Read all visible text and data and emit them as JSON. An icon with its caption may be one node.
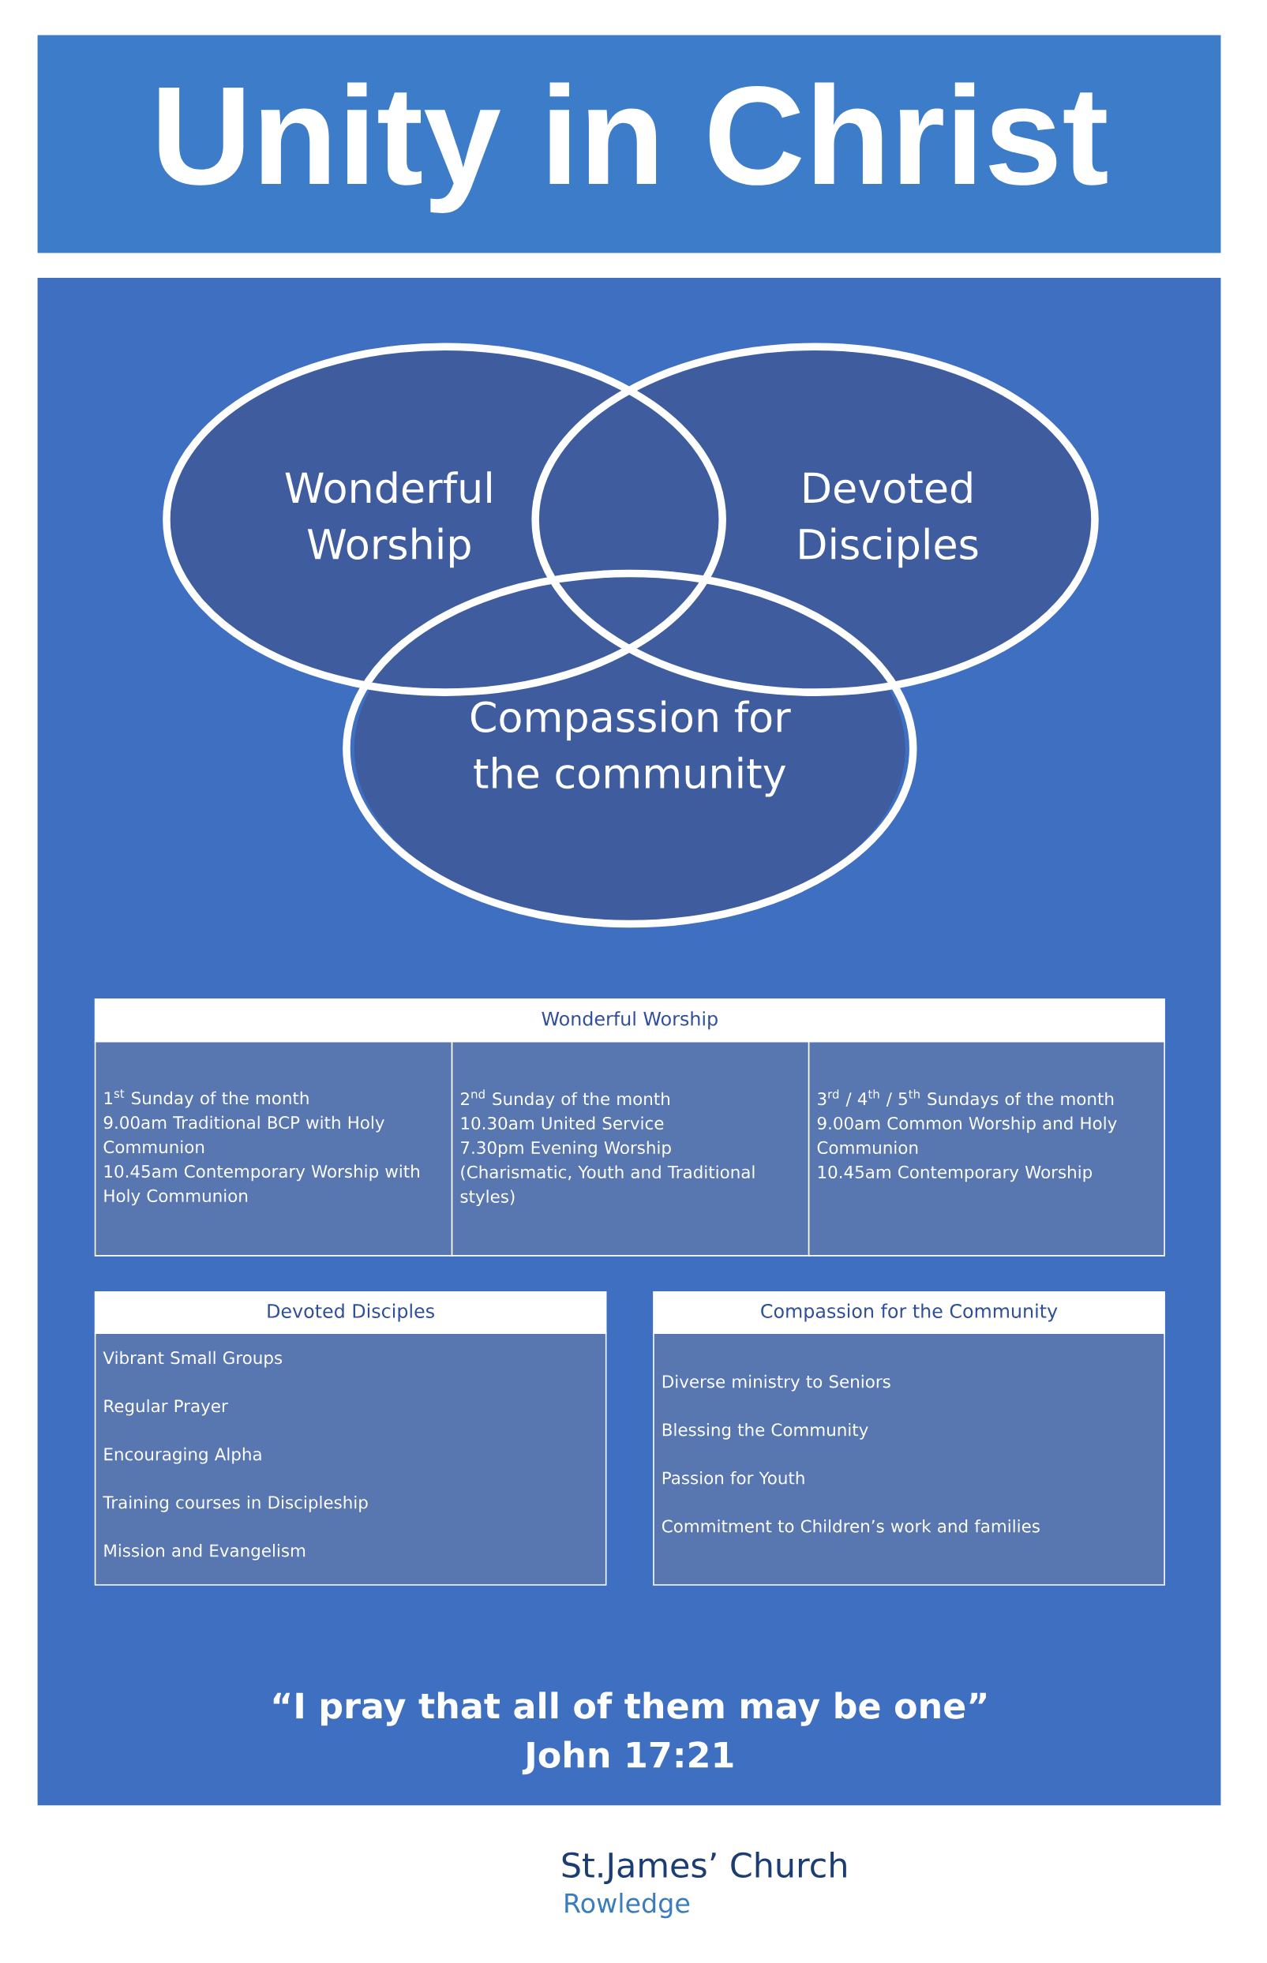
{
  "diagram": {
    "title": "Unity in Christ",
    "nodes": [
      {
        "text": [
          "Wonderful Worship"
        ]
      },
      {
        "text": [
          "Devoted Disciples"
        ]
      },
      {
        "text": [
          "Compassion for the community"
        ]
      }
    ],
    "edges": [],
    "labels": [
      "Wonderful Worship",
      "1$^{st}$ Sunday of the month",
      "9.00am Traditional BCP with Holy Communion",
      "10.45am Contemporary Worship with Holy Communion",
      "2$^{nd}$ Sunday of the month",
      "10.30am United Service",
      "7.30pm Evening Worship",
      "(Charismatic, Youth and Traditional styles)",
      "3$^{rd}$ / 4$^{th}$ / 5$^{th}$ Sundays of the month",
      "9.00am Common Worship and Holy Communion",
      "10.45am Contemporary Worship",
      "Devoted Disciples",
      "Vibrant Small Groups",
      "Regular Prayer",
      "Encouraging Alpha",
      "Training courses in Discipleship",
      "Mission and Evangelism",
      "Compassion for the Community",
      "Diverse ministry to Seniors",
      "Blessing the Community",
      "Passion for Youth",
      "Commitment to Children’s work and families",
      "“I pray that all of them may be one”",
      "John 17:21",
      "St.James’ Church",
      "Rowledge"
    ]
  }
}
